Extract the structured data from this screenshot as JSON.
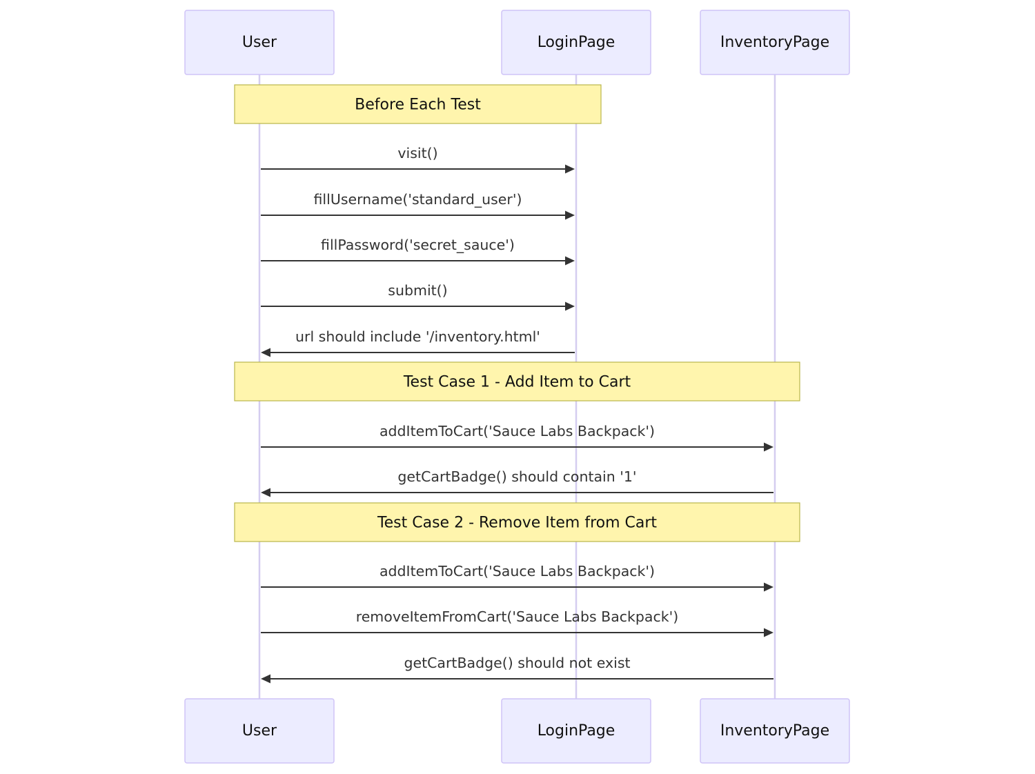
{
  "diagram": {
    "type": "sequence",
    "participants": [
      {
        "id": "user",
        "label": "User"
      },
      {
        "id": "login",
        "label": "LoginPage"
      },
      {
        "id": "inventory",
        "label": "InventoryPage"
      }
    ],
    "steps": [
      {
        "kind": "note",
        "from": "user",
        "to": "login",
        "text": "Before Each Test"
      },
      {
        "kind": "message",
        "from": "user",
        "to": "login",
        "text": "visit()"
      },
      {
        "kind": "message",
        "from": "user",
        "to": "login",
        "text": "fillUsername('standard_user')"
      },
      {
        "kind": "message",
        "from": "user",
        "to": "login",
        "text": "fillPassword('secret_sauce')"
      },
      {
        "kind": "message",
        "from": "user",
        "to": "login",
        "text": "submit()"
      },
      {
        "kind": "message",
        "from": "login",
        "to": "user",
        "text": "url should include '/inventory.html'"
      },
      {
        "kind": "note",
        "from": "user",
        "to": "inventory",
        "text": "Test Case 1 - Add Item to Cart"
      },
      {
        "kind": "message",
        "from": "user",
        "to": "inventory",
        "text": "addItemToCart('Sauce Labs Backpack')"
      },
      {
        "kind": "message",
        "from": "inventory",
        "to": "user",
        "text": "getCartBadge() should contain '1'"
      },
      {
        "kind": "note",
        "from": "user",
        "to": "inventory",
        "text": "Test Case 2 - Remove Item from Cart"
      },
      {
        "kind": "message",
        "from": "user",
        "to": "inventory",
        "text": "addItemToCart('Sauce Labs Backpack')"
      },
      {
        "kind": "message",
        "from": "user",
        "to": "inventory",
        "text": "removeItemFromCart('Sauce Labs Backpack')"
      },
      {
        "kind": "message",
        "from": "inventory",
        "to": "user",
        "text": "getCartBadge() should not exist"
      }
    ]
  },
  "colors": {
    "actor_fill": "#ececff",
    "actor_border": "#cfc3f7",
    "lifeline": "#d4cdf0",
    "note_fill": "#fff5ad",
    "note_border": "#b9b64a",
    "message": "#333333"
  }
}
